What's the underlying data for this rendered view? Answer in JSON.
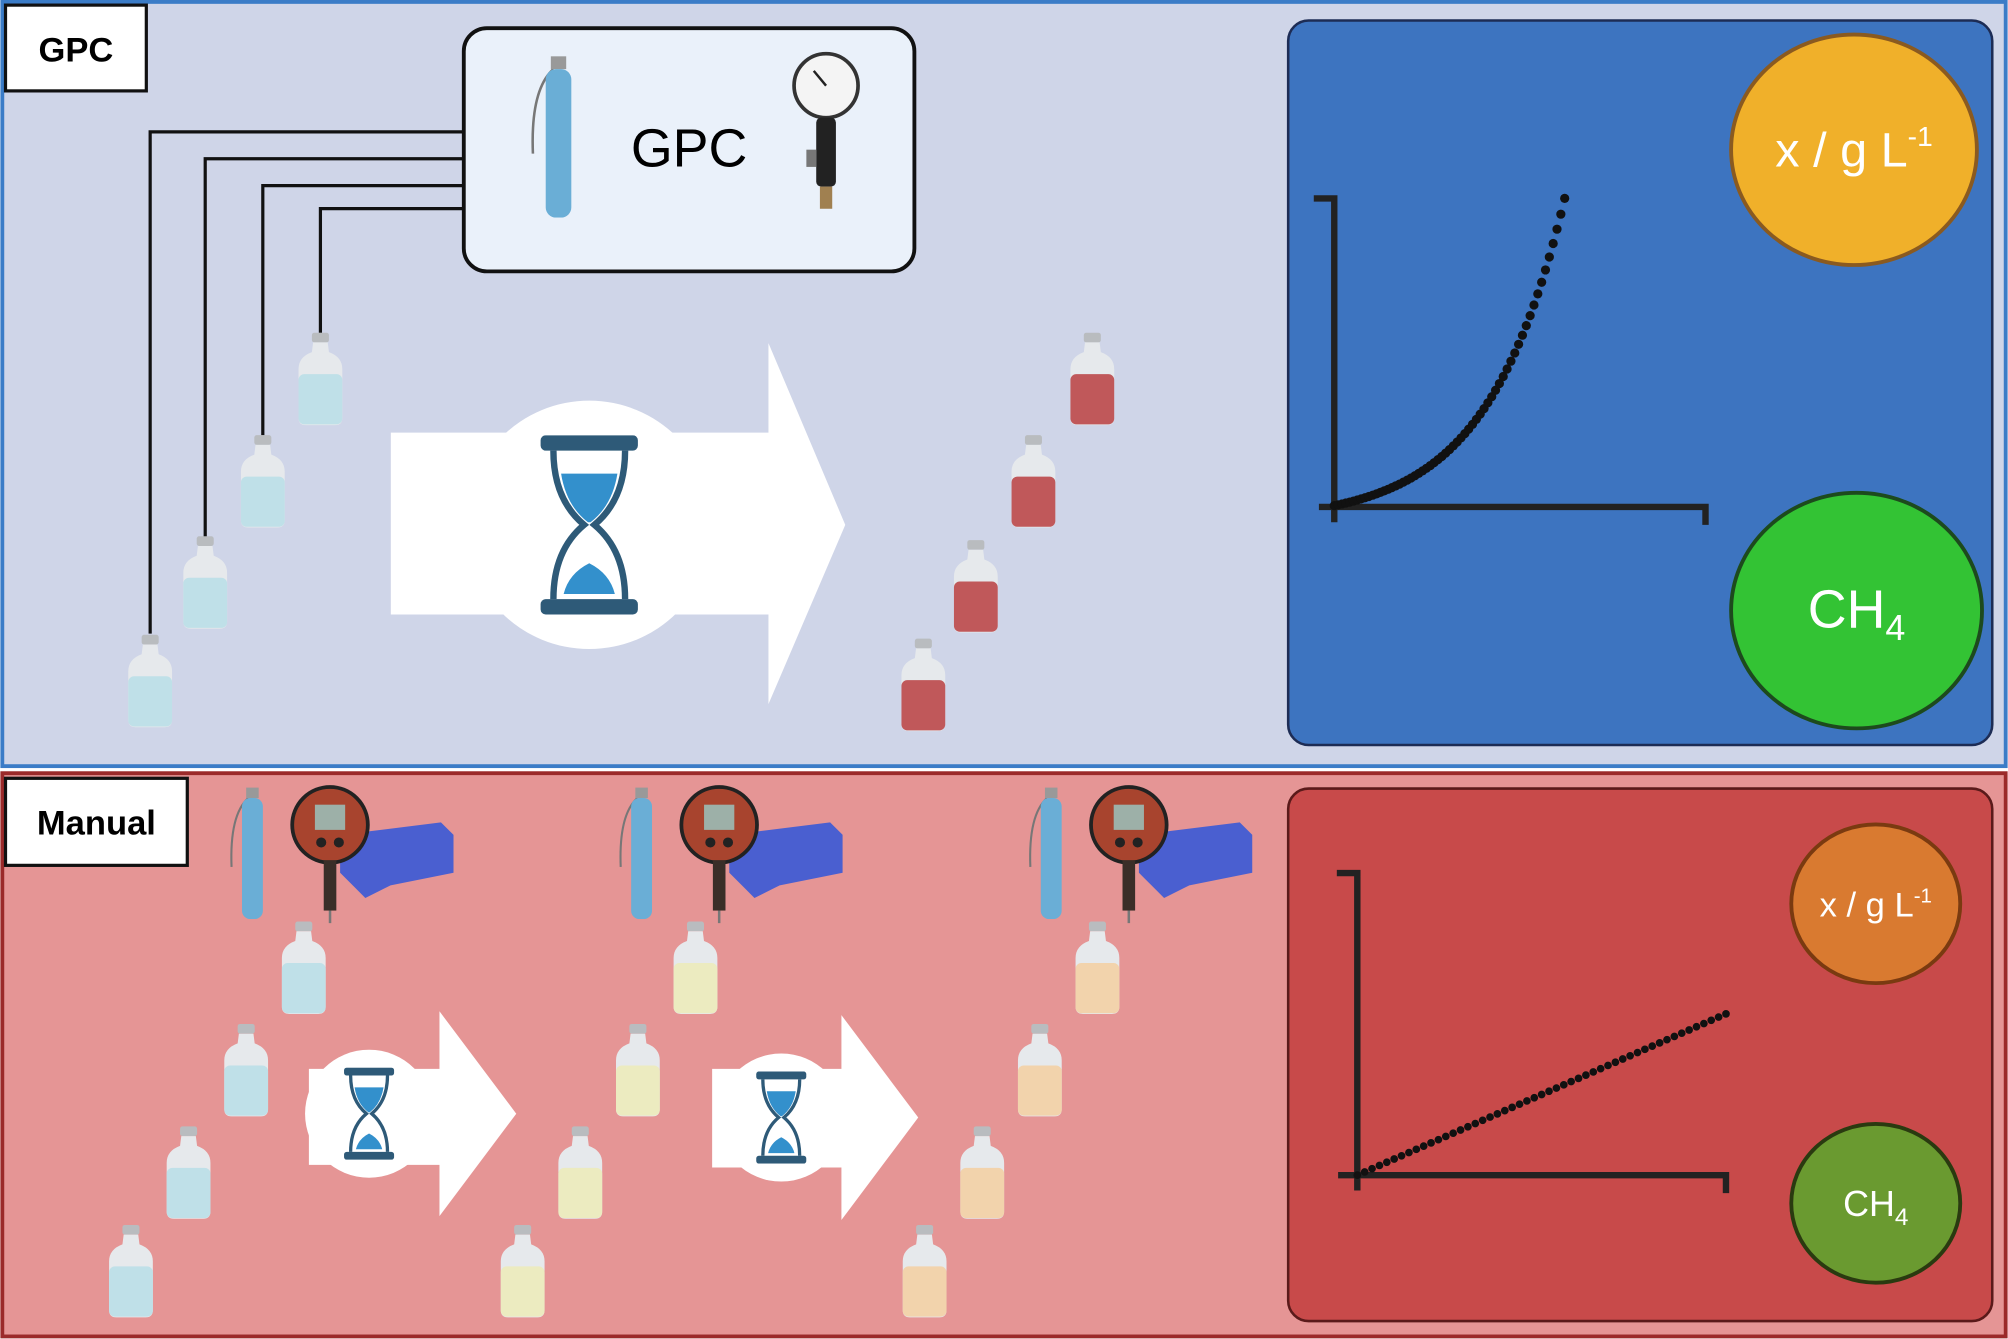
{
  "gpc_panel": {
    "label": "GPC",
    "instrument_label": "GPC",
    "concentration": {
      "main": "x / g L",
      "sup": "-1"
    },
    "methane": {
      "main": "CH",
      "sub": "4"
    }
  },
  "manual_panel": {
    "label": "Manual",
    "concentration": {
      "main": "x / g L",
      "sup": "-1"
    },
    "methane": {
      "main": "CH",
      "sub": "4"
    }
  },
  "colors": {
    "gpc_bg": "#cfd5e8",
    "gpc_plot": "#3d74c0",
    "manual_bg": "#e59595",
    "manual_plot": "#c84a4a",
    "orange": "#f0b02a",
    "green": "#33c334",
    "manual_orange": "#d97a30",
    "manual_green": "#6a9a30"
  }
}
